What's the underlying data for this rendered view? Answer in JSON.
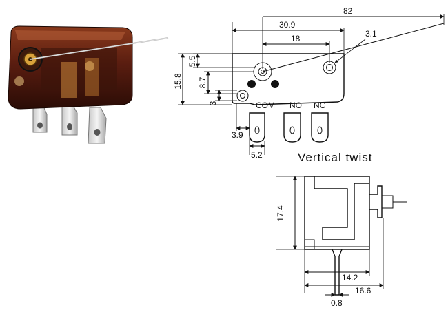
{
  "photo": {
    "description_icon": "microswitch-photo"
  },
  "front_view": {
    "dims": {
      "overall_lever": "82",
      "width_to_pivot": "30.9",
      "pivot_to_hole": "18",
      "hole_dia": "3.1",
      "height": "15.8",
      "top_offset": "5.5",
      "pivot_height": "8.7",
      "bottom_offset": "3",
      "left_offset": "3.9",
      "pin_pitch": "5.2"
    },
    "terminals": [
      "COM",
      "NO",
      "NC"
    ]
  },
  "side_view": {
    "title": "Vertical twist",
    "dims": {
      "height": "17.4",
      "body_width": "14.2",
      "total_width": "16.6",
      "pin_thickness": "0.8"
    }
  }
}
